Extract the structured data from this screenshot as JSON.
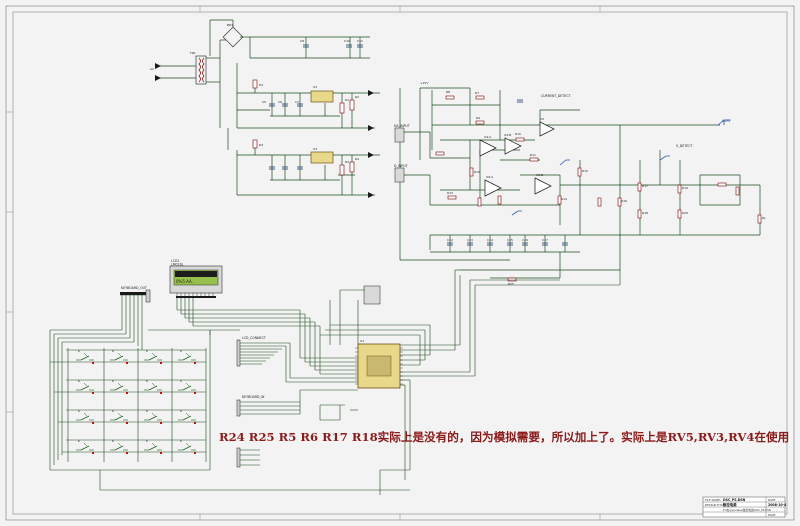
{
  "schematic": {
    "annotation": "R24 R25 R5 R6 R17 R18实际上是没有的，因为模拟需要，所以加上了。实际上是RV5,RV3,RV4在使用",
    "lcd": {
      "ref": "LCD1",
      "model": "LM016L"
    },
    "labels": {
      "keyboard_out": "KEYBOARD_OUT",
      "lcd_connect": "LCD_CONNECT",
      "keyboard_in": "KEYBOARD_IN",
      "current_detect": "CURRENT_DETECT",
      "v_detect": "V_DETECT",
      "da_input": "DA_INPUT",
      "d_input": "D_INPUT",
      "lamp": "LAMP"
    },
    "title_block": {
      "file_name_label": "FILE NAME:",
      "file_name": "DSC_PS.DSN",
      "design_title_label": "DESIGN TITLE:",
      "design_title": "数控电源",
      "path": "E:\\电子\\proteus\\数控电源\\DSC_PS.DSN",
      "date_label": "DATE:",
      "date": "2008-10-4",
      "page_label": "PAGE:"
    }
  }
}
